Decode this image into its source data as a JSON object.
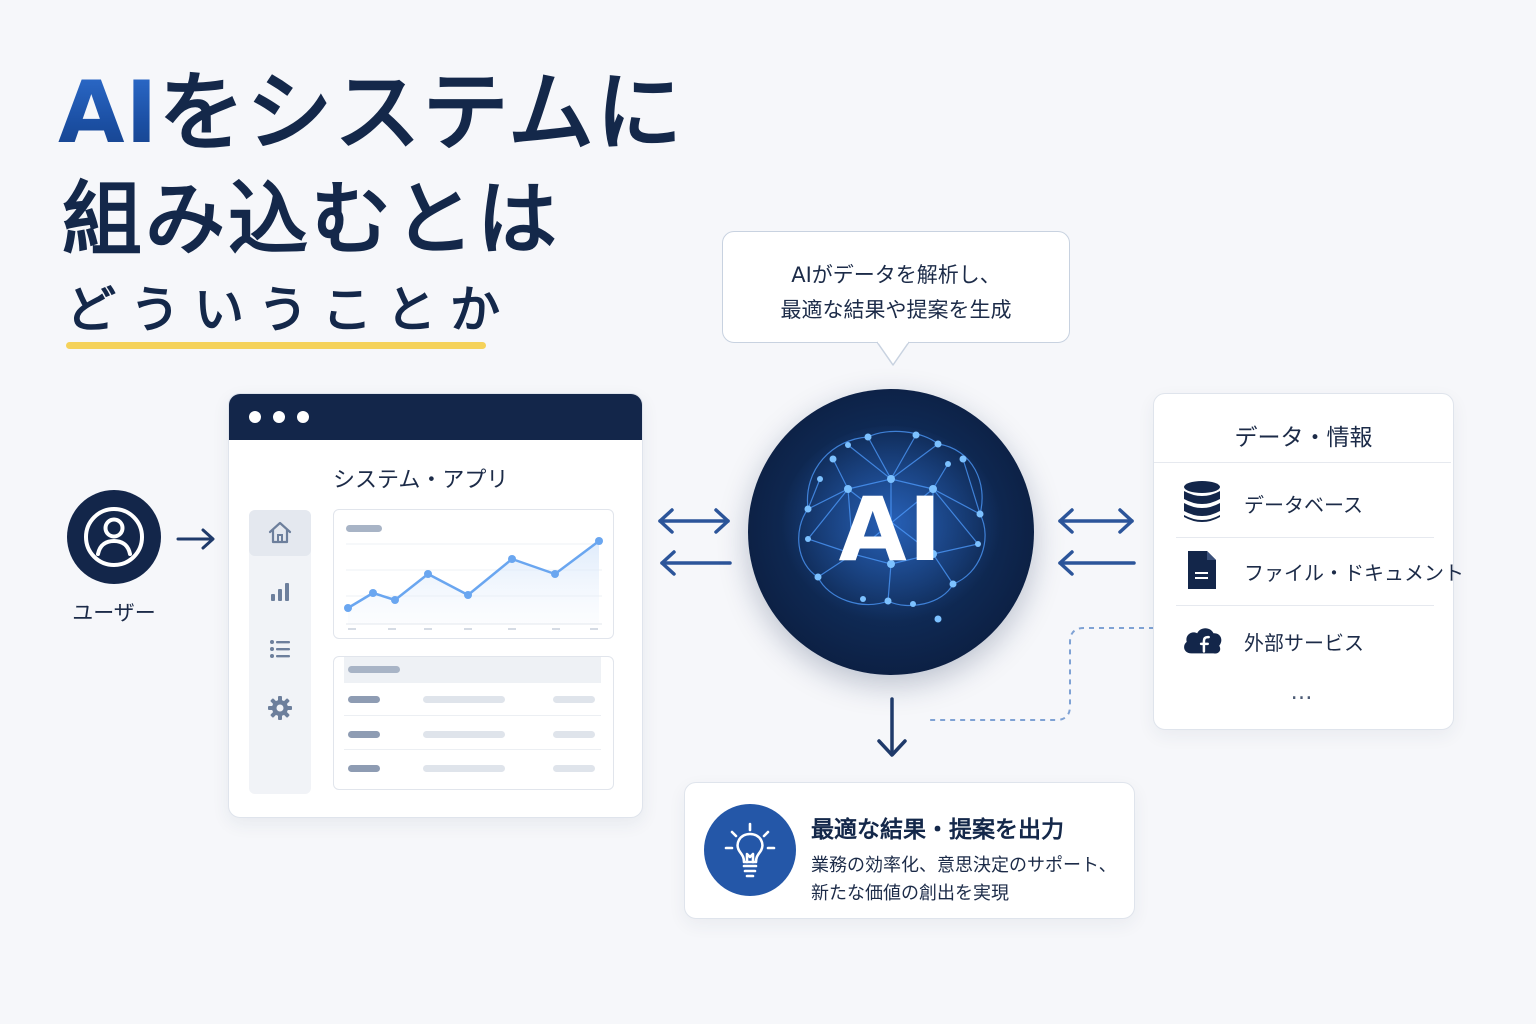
{
  "title": {
    "line1_accent": "AI",
    "line1_rest": "をシステムに",
    "line2": "組み込むとは",
    "line3": "どういうことか"
  },
  "user": {
    "label": "ユーザー",
    "icon": "user-icon"
  },
  "system_window": {
    "title": "システム・アプリ",
    "sidebar_icons": [
      "home-icon",
      "bar-chart-icon",
      "list-icon",
      "gear-icon"
    ]
  },
  "bubble": {
    "line1": "AIがデータを解析し、",
    "line2": "最適な結果や提案を生成"
  },
  "ai_core": {
    "label": "AI",
    "icon": "neural-brain-icon"
  },
  "data_panel": {
    "title": "データ・情報",
    "items": [
      {
        "label": "データベース",
        "icon": "database-icon"
      },
      {
        "label": "ファイル・ドキュメント",
        "icon": "document-icon"
      },
      {
        "label": "外部サービス",
        "icon": "cloud-icon"
      }
    ],
    "more": "…"
  },
  "output": {
    "title": "最適な結果・提案を出力",
    "desc_line1": "業務の効率化、意思決定のサポート、",
    "desc_line2": "新たな価値の創出を実現",
    "icon": "lightbulb-icon"
  },
  "colors": {
    "navy": "#13264a",
    "accent_blue": "#2457a8",
    "highlight_yellow": "#f5d25a",
    "chart_line": "#6aa6f0"
  }
}
